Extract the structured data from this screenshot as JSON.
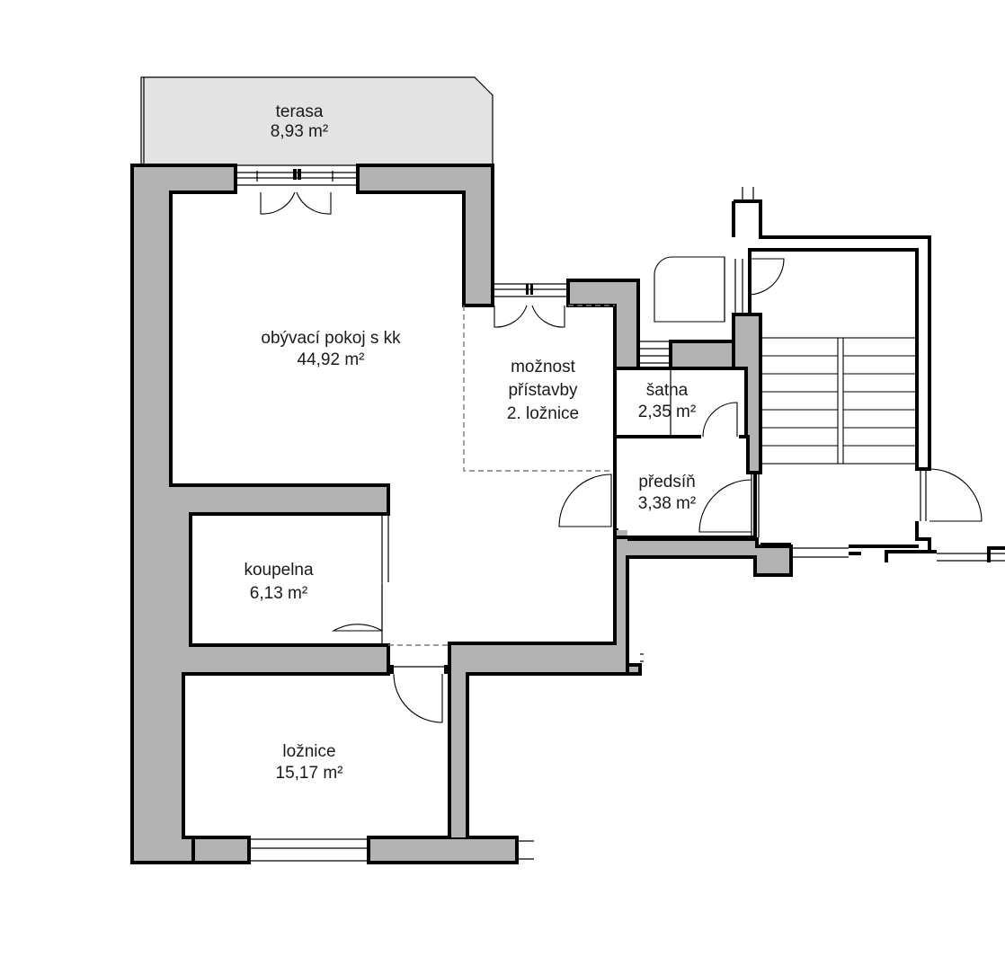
{
  "colors": {
    "wall_fill": "#b3b3b3",
    "terrace_fill": "#e3e3e3",
    "line": "#000000",
    "background": "#ffffff"
  },
  "rooms": {
    "terasa": {
      "name": "terasa",
      "area": "8,93 m²"
    },
    "obyvaci": {
      "name": "obývací pokoj s kk",
      "area": "44,92 m²"
    },
    "moznost": {
      "line1": "možnost",
      "line2": "přístavby",
      "line3": "2. ložnice"
    },
    "satna": {
      "name": "šatna",
      "area": "2,35 m²"
    },
    "predsin": {
      "name": "předsíň",
      "area": "3,38 m²"
    },
    "koupelna": {
      "name": "koupelna",
      "area": "6,13 m²"
    },
    "loznice": {
      "name": "ložnice",
      "area": "15,17 m²"
    }
  }
}
